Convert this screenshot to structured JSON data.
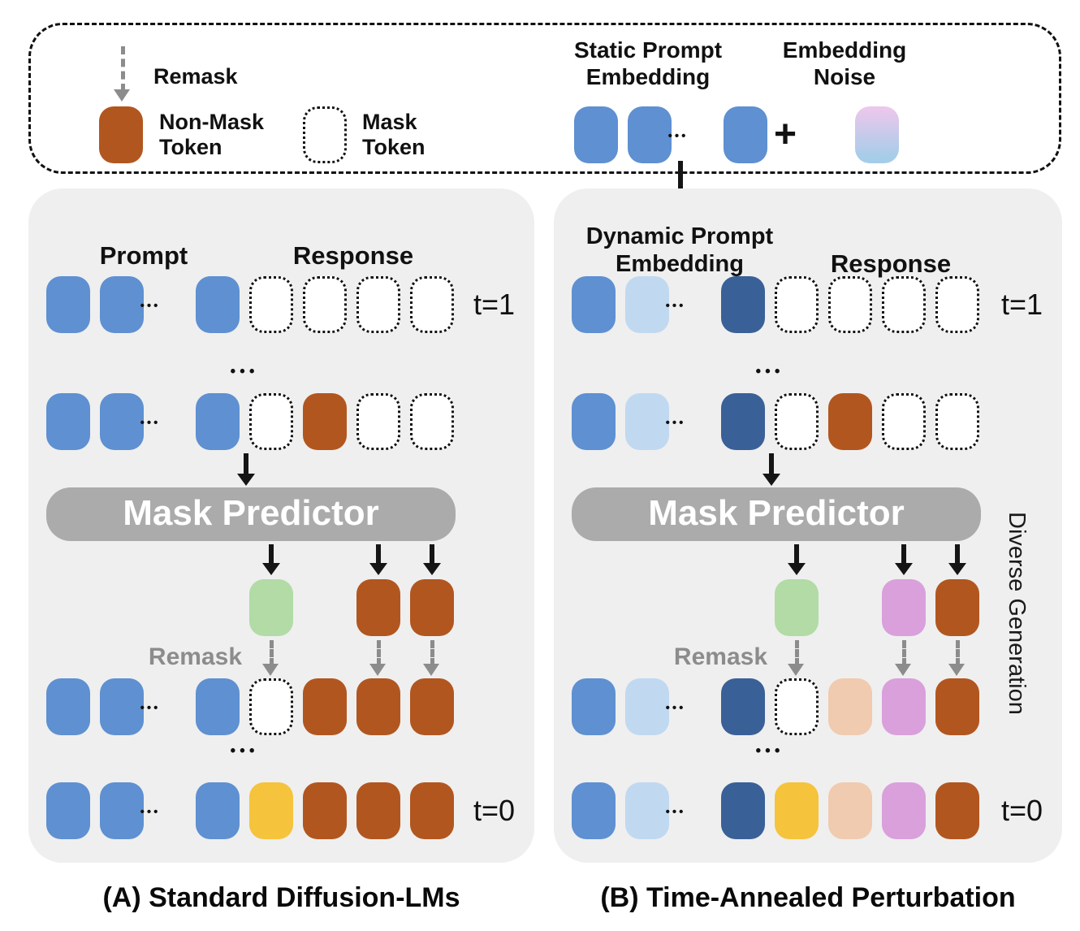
{
  "colors": {
    "blue": "#5E90D2",
    "lightblue": "#C0D9F1",
    "darkblue": "#3A6098",
    "orange": "#B2561F",
    "green": "#B2DBA6",
    "pink": "#D9A0DC",
    "peach": "#F0CBB0",
    "yellow": "#F5C33C",
    "noise_top": "#EFC7EC",
    "noise_bottom": "#A5CDE9",
    "panel_bg": "#EFEFEF",
    "predictor_gray": "#ABABAB",
    "remask_gray": "#8C8C8C",
    "ink": "#111111"
  },
  "glyphs": {
    "ellipsis_small": "•••",
    "ellipsis_row": "•••",
    "plus": "+"
  },
  "legend": {
    "remask_label": "Remask",
    "non_mask_token_label": "Non-Mask\nToken",
    "mask_token_label": "Mask\nToken",
    "static_prompt_heading": "Static Prompt\nEmbedding",
    "embedding_noise_heading": "Embedding\nNoise",
    "plus": "+",
    "static_tokens": [
      "blue",
      "blue",
      "dots",
      "blue"
    ],
    "noise_token": "noise"
  },
  "panel_a": {
    "prompt_heading": "Prompt",
    "response_heading": "Response",
    "t1_label": "t=1",
    "t0_label": "t=0",
    "predictor_label": "Mask Predictor",
    "remask_label": "Remask",
    "caption": "(A) Standard Diffusion-LMs",
    "rows": {
      "t1": [
        "blue",
        "blue",
        "dots",
        "blue",
        "mask",
        "mask",
        "mask",
        "mask"
      ],
      "mid": [
        "blue",
        "blue",
        "dots",
        "blue",
        "mask",
        "orange",
        "mask",
        "mask"
      ],
      "generated": [
        null,
        null,
        null,
        null,
        "green",
        null,
        "orange",
        "orange"
      ],
      "remasked": [
        "blue",
        "blue",
        "dots",
        "blue",
        "mask",
        "orange",
        "orange",
        "orange"
      ],
      "final": [
        "blue",
        "blue",
        "dots",
        "blue",
        "yellow",
        "orange",
        "orange",
        "orange"
      ]
    }
  },
  "panel_b": {
    "prompt_heading": "Dynamic Prompt\nEmbedding",
    "response_heading": "Response",
    "t1_label": "t=1",
    "t0_label": "t=0",
    "predictor_label": "Mask Predictor",
    "remask_label": "Remask",
    "diverse_label": "Diverse Generation",
    "caption": "(B) Time-Annealed Perturbation",
    "rows": {
      "t1": [
        "blue",
        "lightblue",
        "dots",
        "darkblue",
        "mask",
        "mask",
        "mask",
        "mask"
      ],
      "mid": [
        "blue",
        "lightblue",
        "dots",
        "darkblue",
        "mask",
        "orange",
        "mask",
        "mask"
      ],
      "generated": [
        null,
        null,
        null,
        null,
        "green",
        null,
        "pink",
        "orange"
      ],
      "remasked": [
        "blue",
        "lightblue",
        "dots",
        "darkblue",
        "mask",
        "peach",
        "pink",
        "orange"
      ],
      "final": [
        "blue",
        "lightblue",
        "dots",
        "darkblue",
        "yellow",
        "peach",
        "pink",
        "orange"
      ]
    }
  }
}
